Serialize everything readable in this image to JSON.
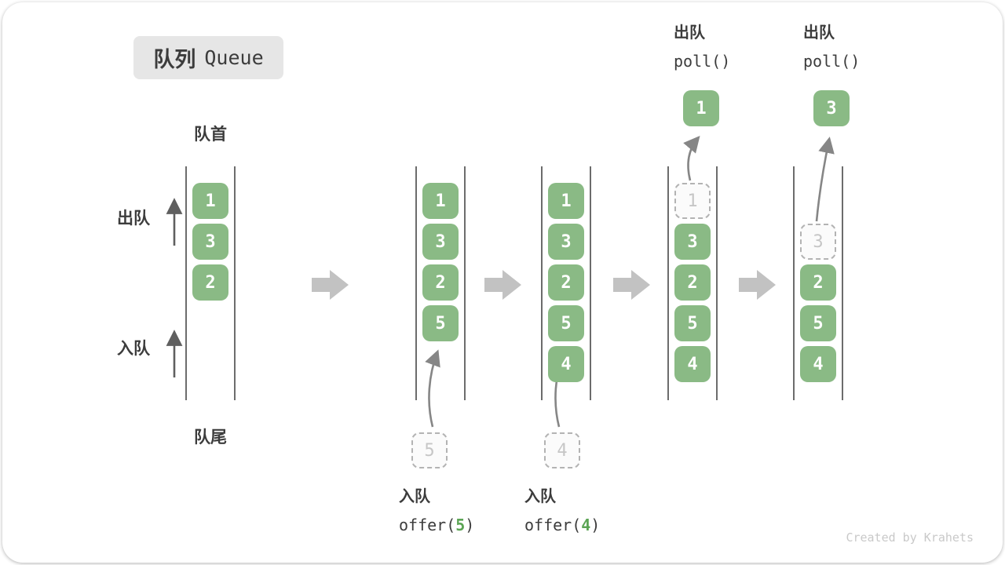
{
  "title_badge": {
    "zh": "队列",
    "en": "Queue"
  },
  "labels": {
    "queue_front": "队首",
    "queue_rear": "队尾",
    "dequeue_side": "出队",
    "enqueue_side": "入队"
  },
  "watermark": "Created by Krahets",
  "colors": {
    "box_green": "#8ABA85",
    "box_text": "#FFFFFF",
    "ghost_border": "#B3B3B3",
    "ghost_text": "#C6C6C6",
    "ghost_bg": "#FBFBFB",
    "wall_line": "#474747",
    "text_dark": "#3C3C3C",
    "code_accent_green": "#5BA454",
    "block_arrow_gray": "#C2C2C2",
    "curve_arrow_gray": "#868686",
    "badge_bg": "#E6E6E6",
    "watermark_gray": "#C9C9C9"
  },
  "boxes": {
    "c1": [
      "1",
      "3",
      "2"
    ],
    "c2": [
      "1",
      "3",
      "2",
      "5"
    ],
    "c2_ghost": "5",
    "c3": [
      "1",
      "3",
      "2",
      "5",
      "4"
    ],
    "c3_ghost": "4",
    "c4_removed": "1",
    "c4": [
      "3",
      "2",
      "5",
      "4"
    ],
    "c4_out": "1",
    "c5_removed": "3",
    "c5": [
      "2",
      "5",
      "4"
    ],
    "c5_out": "3"
  },
  "annotations": {
    "offer5": {
      "title": "入队",
      "code_pre": "offer(",
      "code_arg": "5",
      "code_post": ")"
    },
    "offer4": {
      "title": "入队",
      "code_pre": "offer(",
      "code_arg": "4",
      "code_post": ")"
    },
    "poll1": {
      "title": "出队",
      "code": "poll()"
    },
    "poll2": {
      "title": "出队",
      "code": "poll()"
    }
  }
}
